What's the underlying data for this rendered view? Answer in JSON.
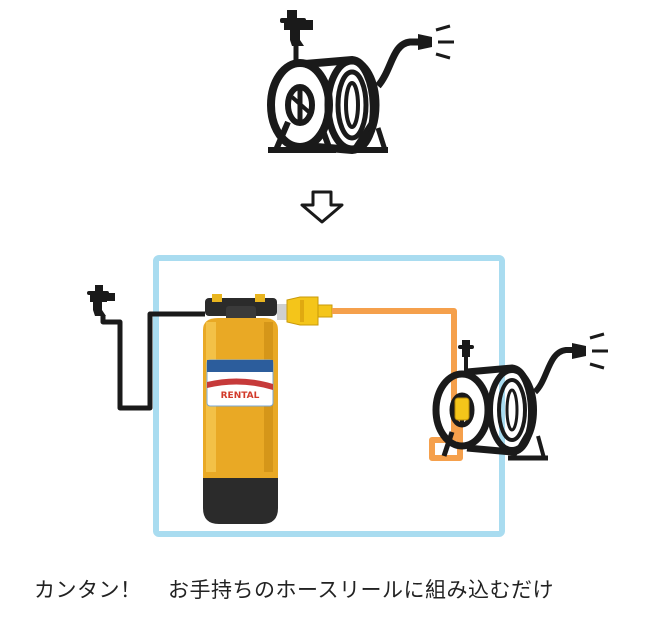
{
  "caption": {
    "left": "カンタン！",
    "right": "お手持ちのホースリールに組み込むだけ"
  },
  "filter_label": {
    "small_top": "",
    "brand": "RENTAL"
  },
  "colors": {
    "frame": "#a9dcf0",
    "hose": "#f5a04c",
    "tank": "#e9a925",
    "tank_dark": "#2b2b2b",
    "icon": "#1a1a1a",
    "connector": "#f4c51a"
  }
}
